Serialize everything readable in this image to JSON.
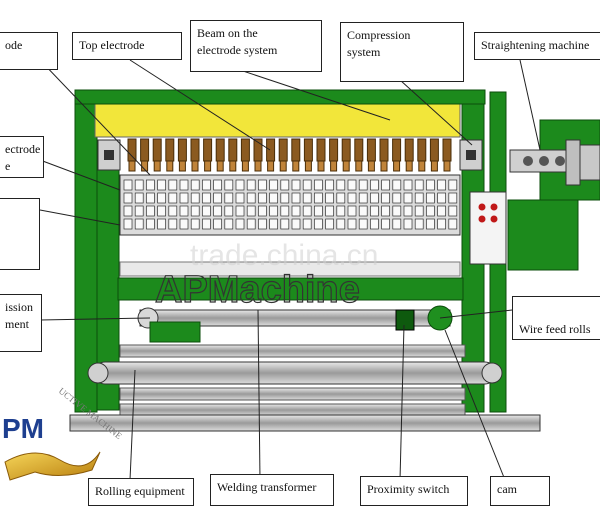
{
  "diagram": {
    "labels": {
      "top_left_electrode_fragment": "ode",
      "top_electrode": "Top electrode",
      "beam_line1": "Beam on the",
      "beam_line2": "electrode system",
      "compression_line1": "Compression",
      "compression_line2": "system",
      "straightening": "Straightening machine",
      "bottom_electrode_fragment_line1": "ectrode",
      "bottom_electrode_fragment_line2": "e",
      "transmission_fragment_line1": "ission",
      "transmission_fragment_line2": "ment",
      "wire_feed_rolls": "Wire feed rolls",
      "rolling_equipment": "Rolling equipment",
      "welding_transformer": "Welding transformer",
      "proximity_switch": "Proximity switch",
      "cam": "cam"
    },
    "logo": {
      "letters": "PM",
      "arc_text": "UCTIVE MACHINE"
    },
    "watermarks": {
      "site": "trade.china.cn",
      "brand": "APMachine"
    },
    "colors": {
      "frame_green": "#1c8a1c",
      "beam_yellow": "#f2e63a",
      "electrode_brown": "#8b5a20",
      "roller_grey": "#b8b8b8",
      "logo_blue": "#1e3f8f",
      "ribbon_gold": "#d9a21b"
    }
  }
}
